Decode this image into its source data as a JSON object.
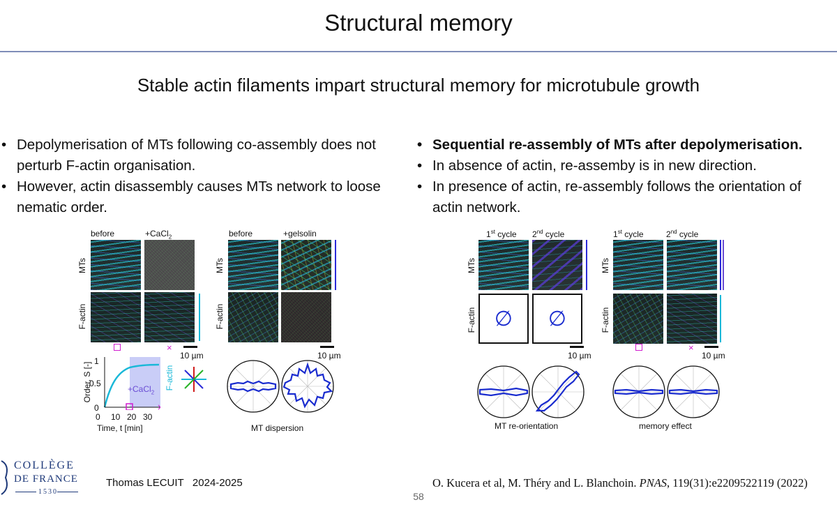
{
  "slide": {
    "title": "Structural memory",
    "subtitle": "Stable actin filaments impart structural memory for microtubule growth"
  },
  "left_bullets": [
    "Depolymerisation of MTs following co-assembly does not perturb F-actin organisation.",
    "However, actin disassembly causes MTs network to loose nematic order."
  ],
  "right_bullets": [
    "Sequential re-assembly of MTs after depolymerisation.",
    "In absence of actin, re-assemby is in new direction.",
    "In presence of actin, re-assembly follows the orientation of actin network."
  ],
  "figure_left": {
    "col_before": "before",
    "col_cacl2": "+CaCl",
    "col_cacl2_sub": "2",
    "col_before2": "before",
    "col_gelsolin": "+gelsolin",
    "row_mts": "MTs",
    "row_factin": "F-actin",
    "scale_label": "10 µm",
    "dispersion_label": "MT dispersion",
    "marker_x": "×"
  },
  "order_plot": {
    "ylabel": "Order, S [-]",
    "xlabel": "Time, t [min]",
    "yticks": [
      "0",
      "0.5",
      "1"
    ],
    "xticks": [
      "0",
      "10",
      "20",
      "30"
    ],
    "factin_label": "F-actin",
    "cacl2_label": "+CaCl",
    "cacl2_sub": "2"
  },
  "figure_right": {
    "cycle1": "1",
    "cycle2": "2",
    "sup_st": "st",
    "sup_nd": "nd",
    "cycle_word": " cycle",
    "row_mts": "MTs",
    "row_factin": "F-actin",
    "empty_symbol": "∅",
    "scale_label": "10 µm",
    "reorientation_label": "MT re-orientation",
    "memory_label": "memory effect",
    "marker_x": "×"
  },
  "footer": {
    "author": "Thomas LECUIT   2024-2025",
    "page_number": "58",
    "citation_authors": "O. Kucera et al, M. Théry and L. Blanchoin. ",
    "citation_journal": "PNAS",
    "citation_ref": ", 119(31):e2209522119 (2022)",
    "logo_line1": "COLLÈGE",
    "logo_line2": "DE FRANCE",
    "logo_year": "1530"
  },
  "colors": {
    "title_rule": "#7f8db8",
    "plot_blue": "#1a2ccf",
    "factin_cyan": "#1ab8d8",
    "marker_magenta": "#d01ccf",
    "shade": "#c9cdf7"
  }
}
